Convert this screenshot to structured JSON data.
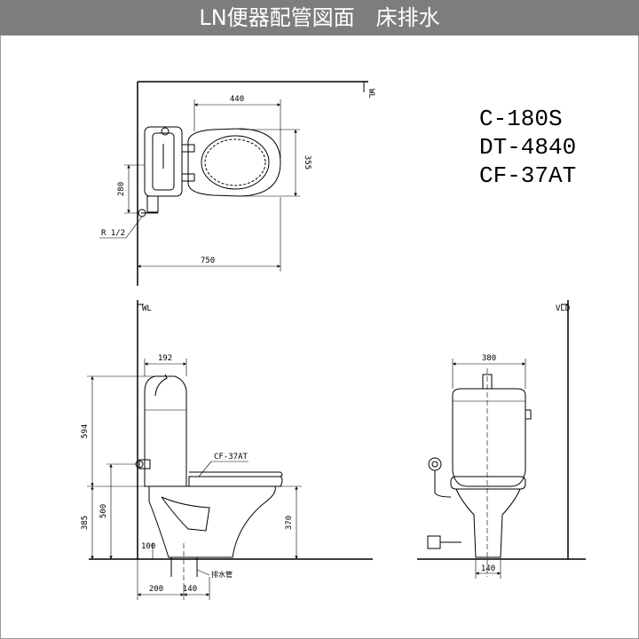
{
  "title": "LN便器配管図面　床排水",
  "models": [
    "C-180S",
    "DT-4840",
    "CF-37AT"
  ],
  "colors": {
    "title_bar": "#7d7d7d",
    "title_text": "#ffffff",
    "line": "#000000",
    "frame": "#9a9a9a"
  },
  "plan_view": {
    "wall_label": "WL",
    "dimensions": {
      "seat_width": "440",
      "seat_depth": "355",
      "supply_offset": "280",
      "total_length": "750"
    },
    "pipe_label": "R 1/2"
  },
  "side_view": {
    "wall_label": "WL",
    "dimensions": {
      "tank_top_width": "192",
      "tank_height": "594",
      "supply_height": "500",
      "bowl_height": "385",
      "seat_height": "370",
      "floor_offset": "100",
      "wall_to_drain": "200",
      "drain_width": "140"
    },
    "seat_label": "CF-37AT",
    "drain_label": "排水管"
  },
  "front_view": {
    "wall_label": "VLD",
    "dimensions": {
      "tank_width": "380",
      "base_width": "140"
    }
  }
}
